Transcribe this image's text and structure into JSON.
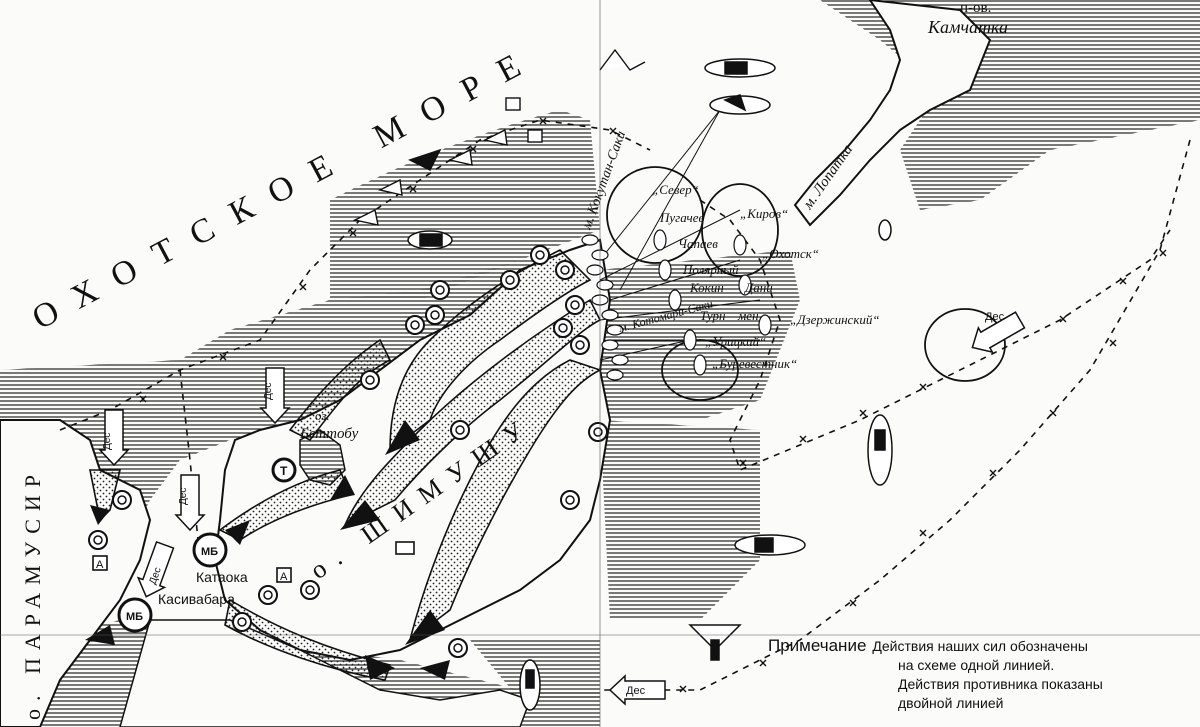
{
  "colors": {
    "ink": "#111111",
    "paper": "#fbfbf9",
    "hatch": "#222222"
  },
  "labels": {
    "sea": "ОХОТСКОЕ МОРЕ",
    "peninsula_top": "п-ов.",
    "peninsula": "Камчатка",
    "cape_lopatka": "м. Лопатка",
    "cape_kokutan": "м. Кокутан-Саки",
    "cape_kotomari": "м. Котомари-Саки",
    "island_shimushu": "о. ШИМУШУ",
    "island_paramushir": "о. ПАРАМУСИР",
    "lake_top": "оз.",
    "lake": "Беттобу",
    "kataoka": "Катаока",
    "kasivabara": "Касивабара",
    "mb": "МБ",
    "t": "Т",
    "a": "А",
    "des": "Дес"
  },
  "ships": [
    "„Север“",
    "Пугачев",
    "„Киров“",
    "Чапаев",
    "„Охотск“",
    "Полярный",
    "Кокин",
    "Дани",
    "Турн",
    "мен",
    "„Дзержинский“",
    "„Урицкий“",
    "„Буревестник“"
  ],
  "note": {
    "head": "Примечание",
    "line1": "Действия наших сил обозначены",
    "line2": "на схеме одной линией.",
    "line3": "Действия противника показаны",
    "line4": "двойной линией"
  },
  "icons": [
    "landing-arrow-icon",
    "ship-icon",
    "battery-icon",
    "tank-icon",
    "airfield-icon",
    "aircraft-icon"
  ]
}
